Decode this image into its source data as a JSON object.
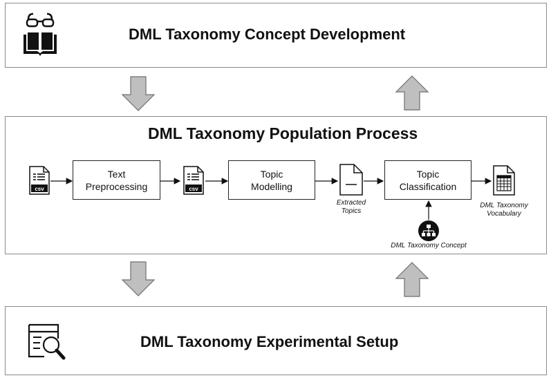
{
  "top_panel": {
    "title": "DML Taxonomy Concept Development",
    "icon": "reading-book-icon"
  },
  "middle_panel": {
    "title": "DML Taxonomy Population Process",
    "steps": [
      {
        "line1": "Text",
        "line2": "Preprocessing"
      },
      {
        "line1": "Topic",
        "line2": "Modelling"
      },
      {
        "line1": "Topic",
        "line2": "Classification"
      }
    ],
    "csv_label": "csv",
    "extracted_topics": {
      "line1": "Extracted",
      "line2": "Topics"
    },
    "vocabulary": {
      "line1": "DML Taxonomy",
      "line2": "Vocabulary"
    },
    "concept": "DML Taxonomy Concept"
  },
  "bottom_panel": {
    "title": "DML Taxonomy Experimental Setup",
    "icon": "search-document-icon"
  },
  "colors": {
    "arrow_fill": "#bfbfbf",
    "arrow_stroke": "#6e6e6e",
    "panel_border": "#8a8a8a"
  }
}
